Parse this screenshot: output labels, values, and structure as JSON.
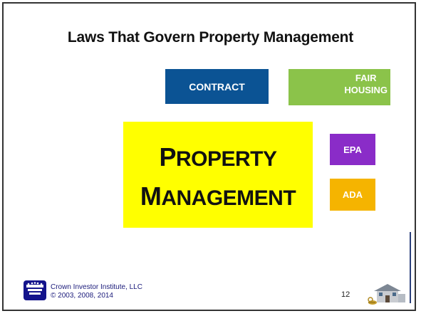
{
  "slide": {
    "title": "Laws That Govern Property Management",
    "boxes": {
      "contract": "CONTRACT",
      "fair_housing_line1": "FAIR",
      "fair_housing_line2": "HOUSING",
      "epa": "EPA",
      "ada": "ADA"
    },
    "center": {
      "line1_cap": "P",
      "line1_rest": "ROPERTY",
      "line2_cap": "M",
      "line2_rest": "ANAGEMENT"
    },
    "footer": {
      "company": "Crown Investor Institute, LLC",
      "copyright": "© 2003, 2008, 2014",
      "page_number": "12"
    },
    "colors": {
      "contract": "#0b5394",
      "fair_housing": "#8bc34a",
      "epa": "#8a2cc8",
      "ada": "#f5b400",
      "center": "#ffff00"
    },
    "icons": [
      "crown-logo-icon",
      "house-with-keys-icon"
    ]
  }
}
